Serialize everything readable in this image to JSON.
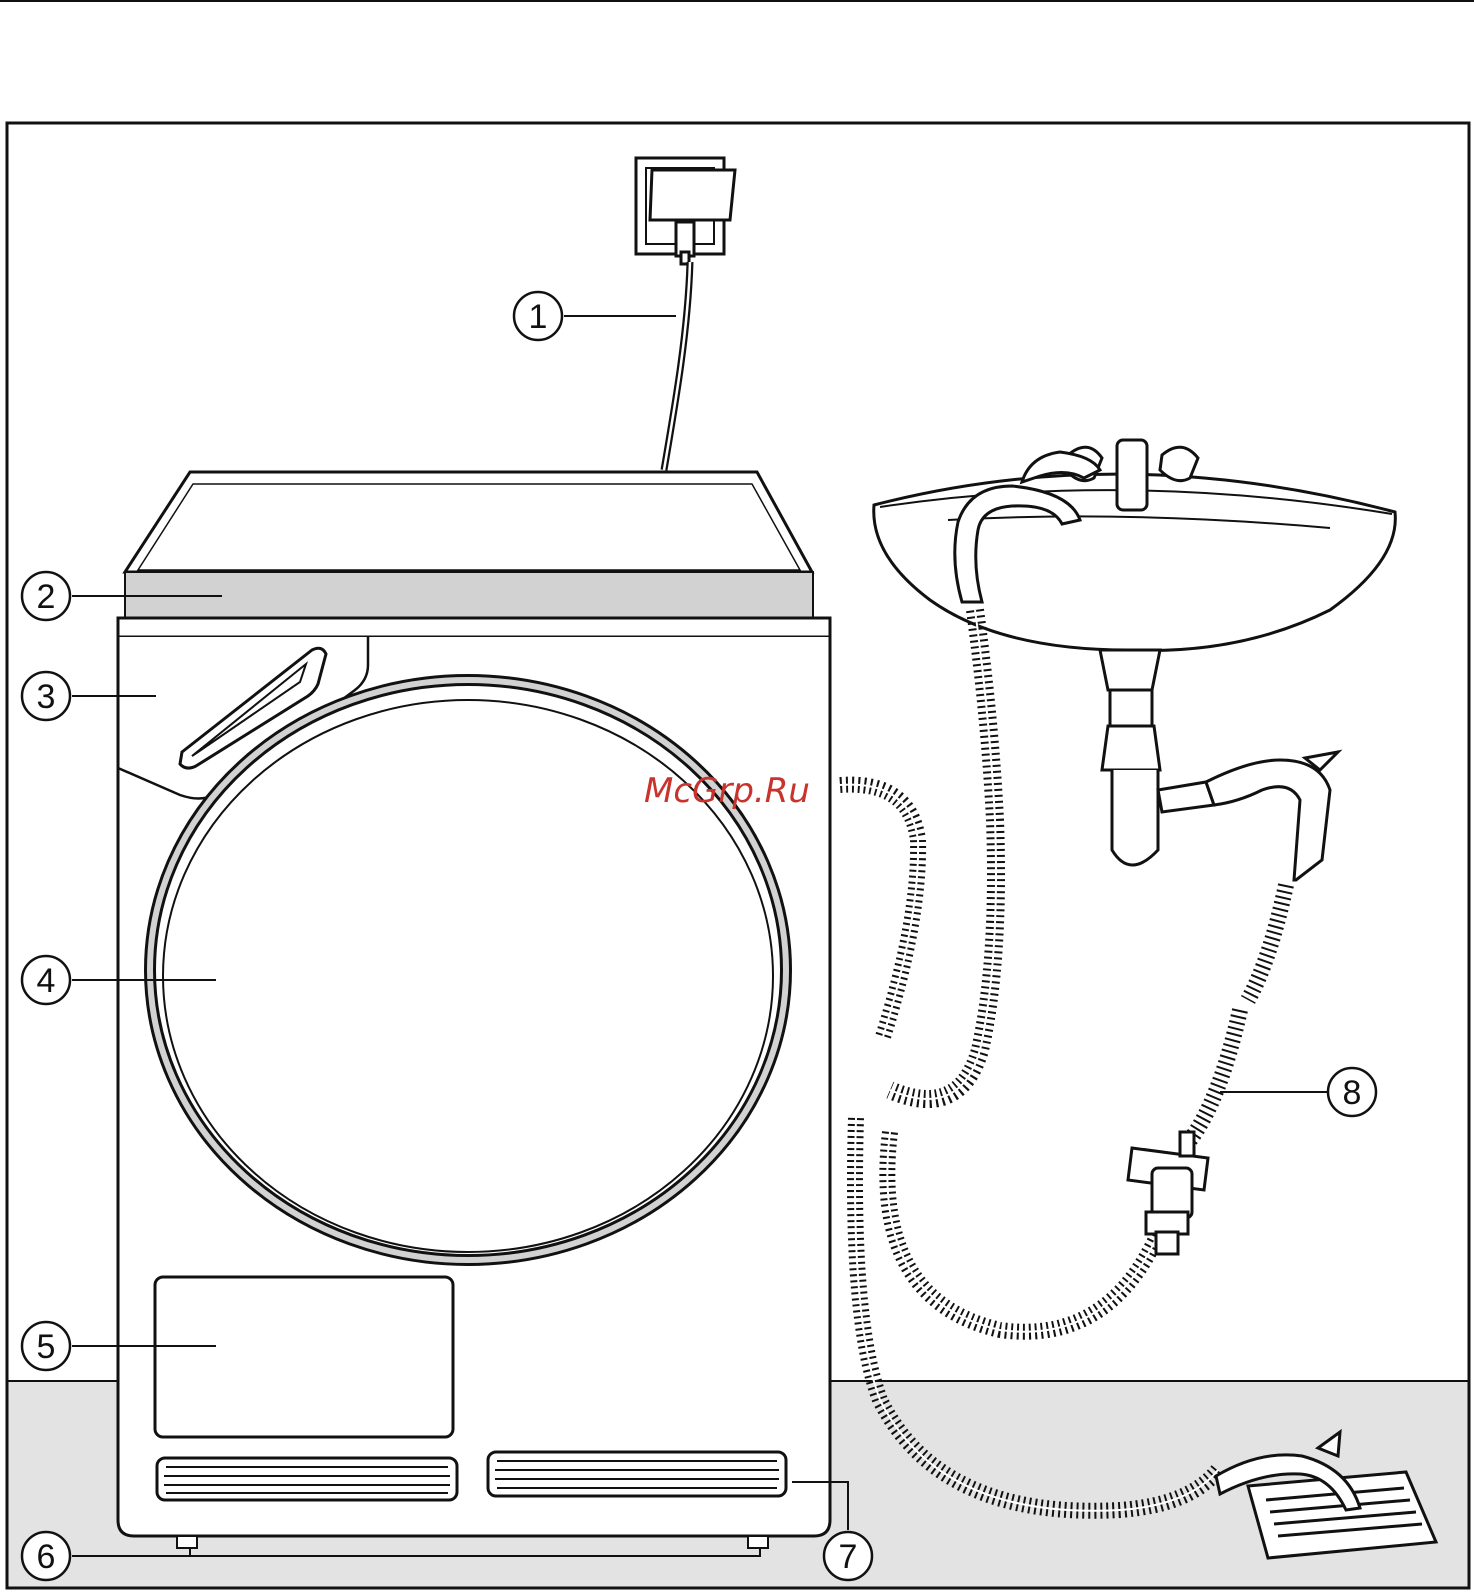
{
  "colors": {
    "ink": "#111111",
    "floor": "#e3e3e3",
    "panel_strip": "#d2d2d2",
    "watermark": "#c8332c"
  },
  "callouts": [
    {
      "id": "1",
      "label": "1",
      "part": "power-cable-and-socket"
    },
    {
      "id": "2",
      "label": "2",
      "part": "control-panel"
    },
    {
      "id": "3",
      "label": "3",
      "part": "door-handle"
    },
    {
      "id": "4",
      "label": "4",
      "part": "door"
    },
    {
      "id": "5",
      "label": "5",
      "part": "heat-exchanger-access-panel"
    },
    {
      "id": "6",
      "label": "6",
      "part": "adjustable-feet"
    },
    {
      "id": "7",
      "label": "7",
      "part": "air-intake-vents"
    },
    {
      "id": "8",
      "label": "8",
      "part": "drain-hose"
    }
  ],
  "watermark": {
    "text": "McGrp.Ru"
  }
}
